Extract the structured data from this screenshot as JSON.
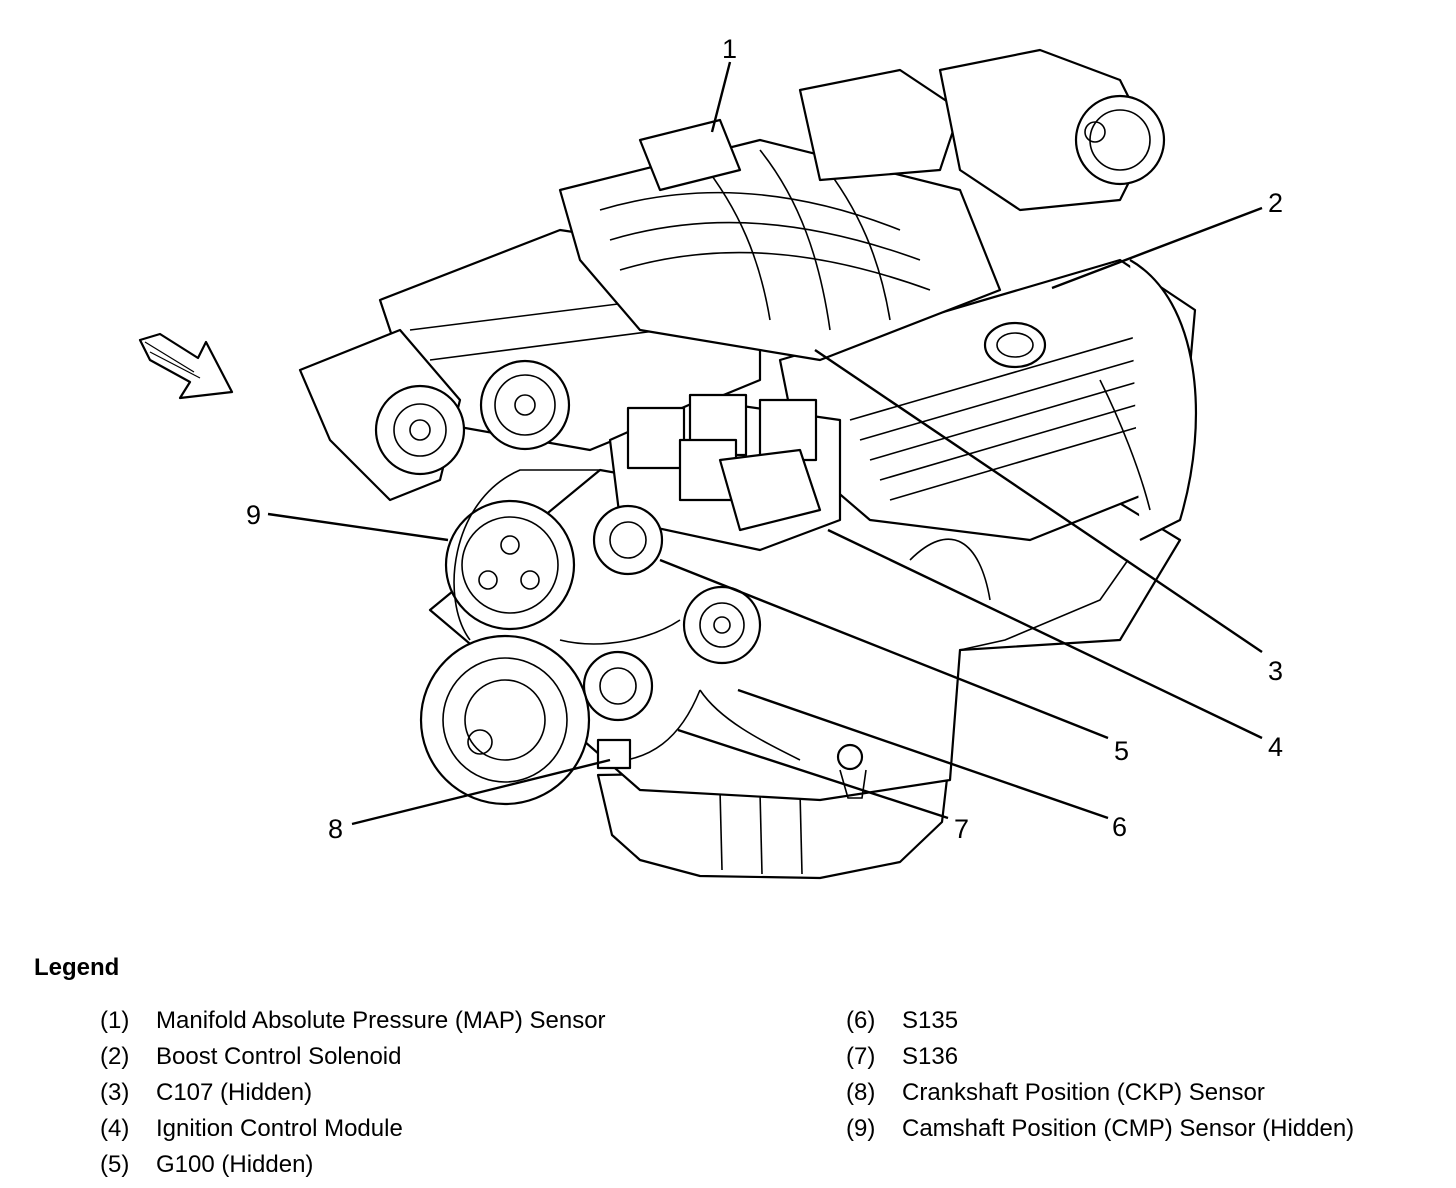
{
  "callouts": [
    {
      "number": "1",
      "label": "Manifold Absolute Pressure (MAP) Sensor"
    },
    {
      "number": "2",
      "label": "Boost Control Solenoid"
    },
    {
      "number": "3",
      "label": "C107 (Hidden)"
    },
    {
      "number": "4",
      "label": "Ignition Control Module"
    },
    {
      "number": "5",
      "label": "G100 (Hidden)"
    },
    {
      "number": "6",
      "label": "S135"
    },
    {
      "number": "7",
      "label": "S136"
    },
    {
      "number": "8",
      "label": "Crankshaft Position (CKP) Sensor"
    },
    {
      "number": "9",
      "label": "Camshaft Position (CMP) Sensor (Hidden)"
    }
  ],
  "legend": {
    "title": "Legend",
    "items": [
      {
        "key": "(1)",
        "text": "Manifold Absolute Pressure (MAP) Sensor"
      },
      {
        "key": "(2)",
        "text": "Boost Control Solenoid"
      },
      {
        "key": "(3)",
        "text": "C107 (Hidden)"
      },
      {
        "key": "(4)",
        "text": "Ignition Control Module"
      },
      {
        "key": "(5)",
        "text": "G100 (Hidden)"
      },
      {
        "key": "(6)",
        "text": "S135"
      },
      {
        "key": "(7)",
        "text": "S136"
      },
      {
        "key": "(8)",
        "text": "Crankshaft Position (CKP) Sensor"
      },
      {
        "key": "(9)",
        "text": "Camshaft Position (CMP) Sensor (Hidden)"
      }
    ]
  },
  "icons": {
    "direction_arrow": "front-direction-arrow-icon"
  }
}
